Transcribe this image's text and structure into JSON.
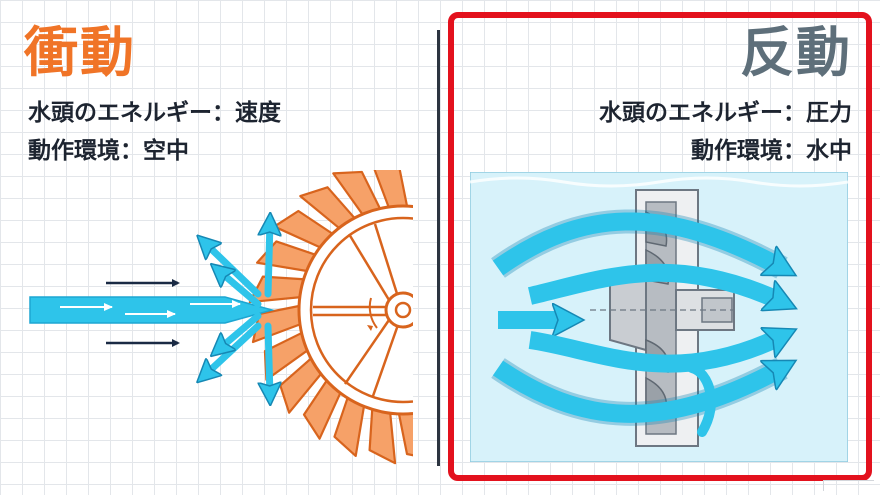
{
  "impulse": {
    "title": "衝動",
    "energy_line": "水頭のエネルギー：速度",
    "environment_line": "動作環境：空中"
  },
  "reaction": {
    "title": "反動",
    "energy_line": "水頭のエネルギー：圧力",
    "environment_line": "動作環境：水中"
  },
  "colors": {
    "impulse_accent": "#f07427",
    "reaction_title": "#5e6f7a",
    "water": "#2ec4ea",
    "frame": "#e3111d",
    "text": "#1d2430"
  },
  "icons": {
    "impulse_figure": "impulse-water-wheel-icon",
    "reaction_figure": "reaction-turbine-icon"
  }
}
